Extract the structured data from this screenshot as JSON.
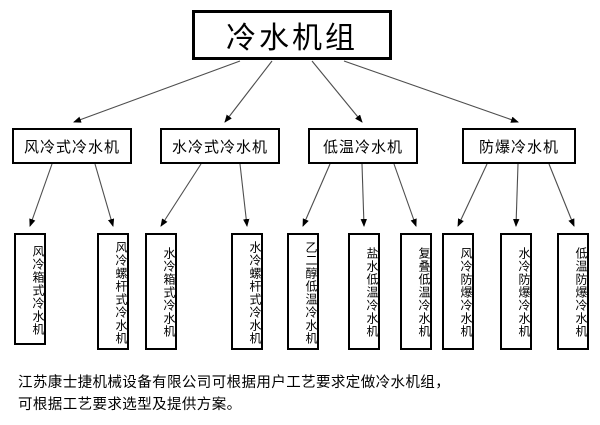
{
  "diagram": {
    "type": "tree",
    "root": {
      "label": "冷水机组",
      "name": "root-node-chiller-unit"
    },
    "level2": [
      {
        "label": "风冷式冷水机",
        "name": "node-air-cooled-chiller"
      },
      {
        "label": "水冷式冷水机",
        "name": "node-water-cooled-chiller"
      },
      {
        "label": "低温冷水机",
        "name": "node-low-temperature-chiller"
      },
      {
        "label": "防爆冷水机",
        "name": "node-explosion-proof-chiller"
      }
    ],
    "leaves": [
      {
        "label": "风冷箱式冷水机",
        "name": "leaf-air-cooled-box-chiller",
        "parent": 0
      },
      {
        "label": "风冷螺杆式冷水机",
        "name": "leaf-air-cooled-screw-chiller",
        "parent": 0
      },
      {
        "label": "水冷箱式冷水机",
        "name": "leaf-water-cooled-box-chiller",
        "parent": 1
      },
      {
        "label": "水冷螺杆式冷水机",
        "name": "leaf-water-cooled-screw-chiller",
        "parent": 1
      },
      {
        "label": "乙二醇低温冷水机",
        "name": "leaf-glycol-low-temp-chiller",
        "parent": 2
      },
      {
        "label": "盐水低温冷水机",
        "name": "leaf-brine-low-temp-chiller",
        "parent": 2
      },
      {
        "label": "复叠低温冷水机",
        "name": "leaf-cascade-low-temp-chiller",
        "parent": 2
      },
      {
        "label": "风冷防爆冷水机",
        "name": "leaf-air-cooled-explosion-proof-chiller",
        "parent": 3
      },
      {
        "label": "水冷防爆冷水机",
        "name": "leaf-water-cooled-explosion-proof-chiller",
        "parent": 3
      },
      {
        "label": "低温防爆冷水机",
        "name": "leaf-low-temp-explosion-proof-chiller",
        "parent": 3
      }
    ]
  },
  "caption": {
    "line1": "江苏康士捷机械设备有限公司可根据用户工艺要求定做冷水机组，",
    "line2": "可根据工艺要求选型及提供方案。"
  },
  "colors": {
    "border": "#000000",
    "text": "#000000",
    "background": "#ffffff",
    "edge": "#4d4d4d"
  }
}
